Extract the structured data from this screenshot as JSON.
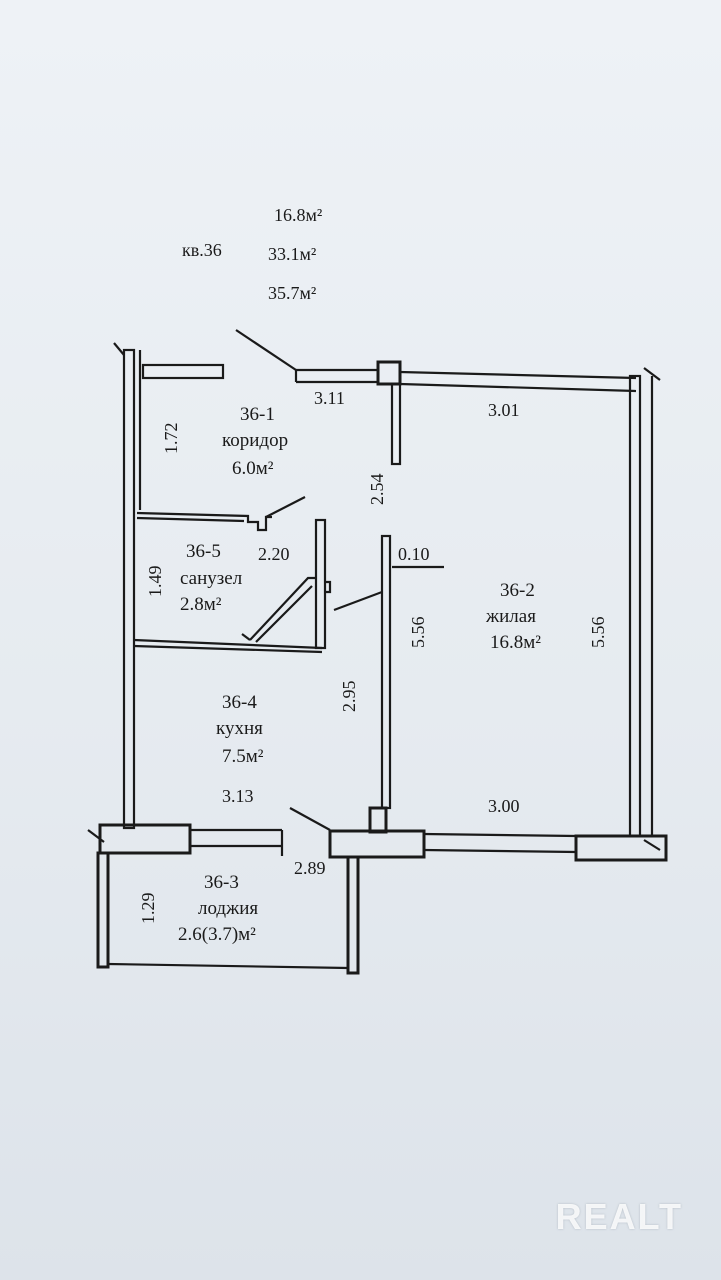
{
  "header": {
    "apartment": "кв.36",
    "area_living": "16.8м²",
    "area_total_living_aux": "33.1м²",
    "area_total": "35.7м²"
  },
  "rooms": {
    "corridor": {
      "number": "36-1",
      "name": "коридор",
      "area": "6.0м²"
    },
    "living": {
      "number": "36-2",
      "name": "жилая",
      "area": "16.8м²"
    },
    "loggia": {
      "number": "36-3",
      "name": "лоджия",
      "area": "2.6(3.7)м²"
    },
    "kitchen": {
      "number": "36-4",
      "name": "кухня",
      "area": "7.5м²"
    },
    "bathroom": {
      "number": "36-5",
      "name": "санузел",
      "area": "2.8м²"
    }
  },
  "dimensions": {
    "d_311": "3.11",
    "d_301": "3.01",
    "d_172": "1.72",
    "d_254": "2.54",
    "d_220": "2.20",
    "d_010": "0.10",
    "d_149": "1.49",
    "d_556_inner": "5.56",
    "d_556_outer": "5.56",
    "d_295": "2.95",
    "d_313": "3.13",
    "d_300": "3.00",
    "d_289": "2.89",
    "d_129": "1.29"
  },
  "watermark": "REALT"
}
